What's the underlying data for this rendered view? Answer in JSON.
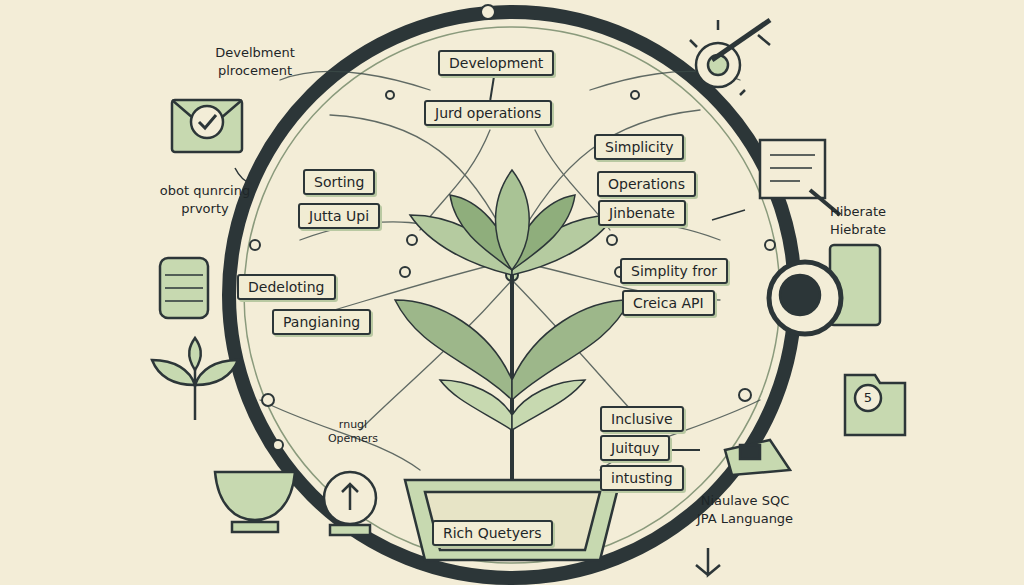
{
  "diagram": {
    "nodes": [
      {
        "text": [
          "Development"
        ]
      },
      {
        "text": [
          "Jurd operations"
        ]
      },
      {
        "text": [
          "Sorting"
        ]
      },
      {
        "text": [
          "Jutta Upi"
        ]
      },
      {
        "text": [
          "Simplicity"
        ]
      },
      {
        "text": [
          "Operations"
        ]
      },
      {
        "text": [
          "Jinbenate"
        ]
      },
      {
        "text": [
          "Dedeloting"
        ]
      },
      {
        "text": [
          "Pangianing"
        ]
      },
      {
        "text": [
          "Simplity fror"
        ]
      },
      {
        "text": [
          "Creica API"
        ]
      },
      {
        "text": [
          "rnugl Opemers"
        ]
      },
      {
        "text": [
          "Inclusive"
        ]
      },
      {
        "text": [
          "Juitquy"
        ]
      },
      {
        "text": [
          "intusting"
        ]
      },
      {
        "text": [
          "Rich Quetyers"
        ]
      }
    ],
    "edges": [
      {
        "from": 0,
        "to": 1,
        "arrow": "none"
      }
    ],
    "labels": [
      "Develbment plrocement",
      "obot qunrcing prvorty",
      "Hiberate Hiebrate",
      "Niaulave SQC JPA Languange",
      "5"
    ]
  }
}
